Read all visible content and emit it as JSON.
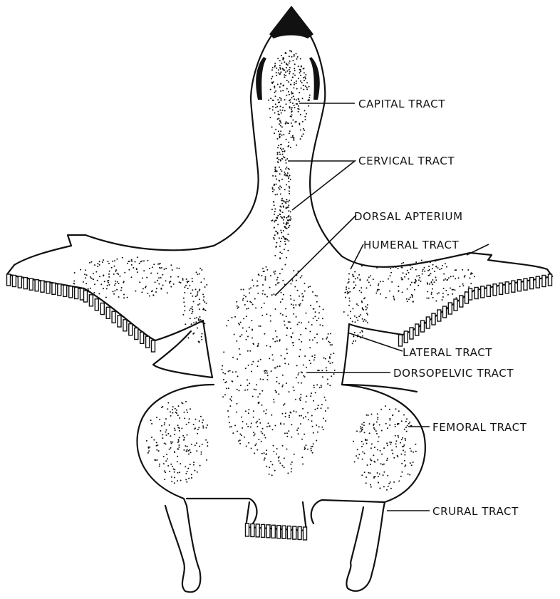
{
  "diagram": {
    "colors": {
      "ink": "#111111",
      "skin": "#ffffff",
      "beak": "#111111"
    },
    "labels": {
      "capital": "CAPITAL TRACT",
      "cervical": "CERVICAL TRACT",
      "dorsal_apterium": "DORSAL APTERIUM",
      "humeral": "HUMERAL TRACT",
      "lateral": "LATERAL TRACT",
      "dorsopelvic": "DORSOPELVIC TRACT",
      "femoral": "FEMORAL TRACT",
      "crural": "CRURAL TRACT"
    }
  }
}
